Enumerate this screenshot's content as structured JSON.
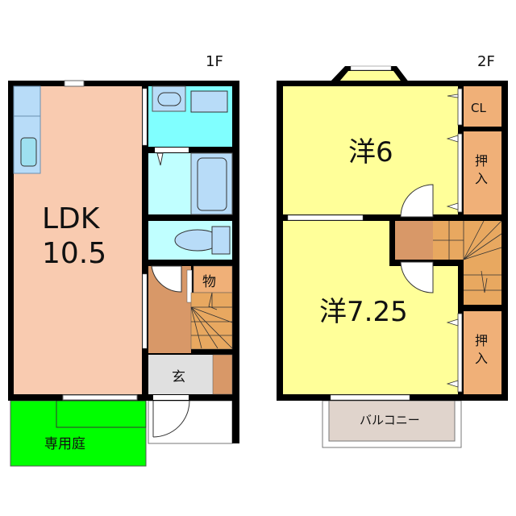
{
  "floor1": {
    "label": "1F",
    "ldk_name": "LDK",
    "ldk_size": "10.5",
    "storage": "物",
    "entrance": "玄",
    "garden": "専用庭"
  },
  "floor2": {
    "label": "2F",
    "room_north": "洋6",
    "room_south": "洋7.25",
    "closet": "CL",
    "oshiire_top_1": "押",
    "oshiire_top_2": "入",
    "oshiire_bottom_1": "押",
    "oshiire_bottom_2": "入",
    "balcony": "バルコニー"
  },
  "colors": {
    "wall": "#000000",
    "ldk": "#f9cbb0",
    "kitchen": "#b8dcf8",
    "wet_area": "#80ffff",
    "bath_toilet": "#c0ffff",
    "hall": "#d89868",
    "storage": "#f0b078",
    "stairs": "#e8a860",
    "entrance": "#e0e0e0",
    "garden": "#00ff00",
    "western_room": "#ffff99",
    "balcony": "#e0d4cc"
  }
}
